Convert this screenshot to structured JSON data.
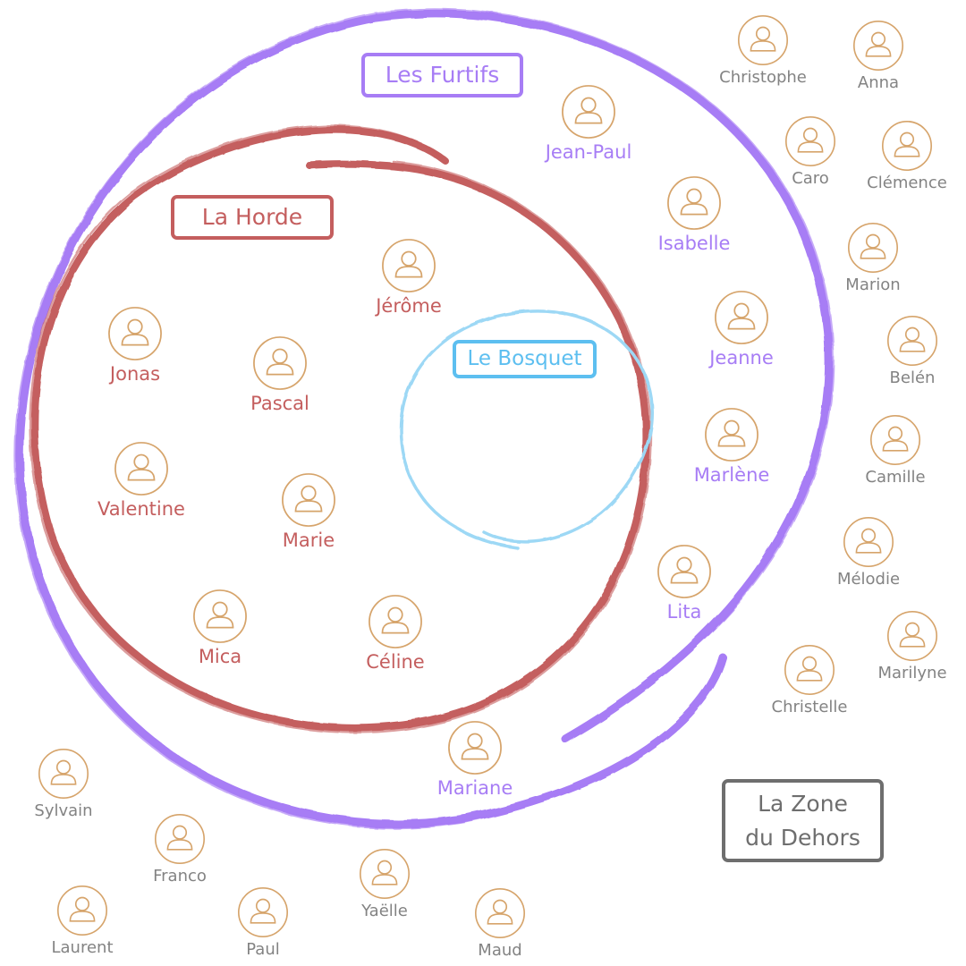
{
  "groups": {
    "furtifs": {
      "label": "Les Furtifs",
      "color": "#a77df5"
    },
    "horde": {
      "label": "La Horde",
      "color": "#c45e5e"
    },
    "bosquet": {
      "label": "Le Bosquet",
      "color": "#5dbff0"
    },
    "dehors": {
      "label_line1": "La Zone",
      "label_line2": "du Dehors",
      "color": "#6e6e6e"
    }
  },
  "avatar_color": "#d6a46b",
  "avatar_icon": "person-outline-icon",
  "horde_members": [
    "Jérôme",
    "Jonas",
    "Pascal",
    "Valentine",
    "Marie",
    "Mica",
    "Céline"
  ],
  "furtifs_members": [
    "Jean-Paul",
    "Isabelle",
    "Jeanne",
    "Marlène",
    "Lita",
    "Mariane"
  ],
  "dehors_members": [
    "Christophe",
    "Anna",
    "Caro",
    "Clémence",
    "Marion",
    "Belén",
    "Camille",
    "Mélodie",
    "Marilyne",
    "Christelle",
    "Sylvain",
    "Franco",
    "Laurent",
    "Paul",
    "Yaëlle",
    "Maud"
  ]
}
